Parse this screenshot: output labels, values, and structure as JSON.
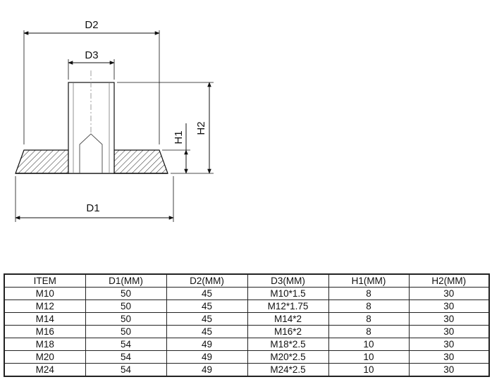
{
  "drawing": {
    "labels": {
      "d2": "D2",
      "d3": "D3",
      "h1": "H1",
      "h2": "H2",
      "d1": "D1"
    }
  },
  "table": {
    "headers": [
      "ITEM",
      "D1(MM)",
      "D2(MM)",
      "D3(MM)",
      "H1(MM)",
      "H2(MM)"
    ],
    "rows": [
      [
        "M10",
        "50",
        "45",
        "M10*1.5",
        "8",
        "30"
      ],
      [
        "M12",
        "50",
        "45",
        "M12*1.75",
        "8",
        "30"
      ],
      [
        "M14",
        "50",
        "45",
        "M14*2",
        "8",
        "30"
      ],
      [
        "M16",
        "50",
        "45",
        "M16*2",
        "8",
        "30"
      ],
      [
        "M18",
        "54",
        "49",
        "M18*2.5",
        "10",
        "30"
      ],
      [
        "M20",
        "54",
        "49",
        "M20*2.5",
        "10",
        "30"
      ],
      [
        "M24",
        "54",
        "49",
        "M24*2.5",
        "10",
        "30"
      ]
    ]
  }
}
